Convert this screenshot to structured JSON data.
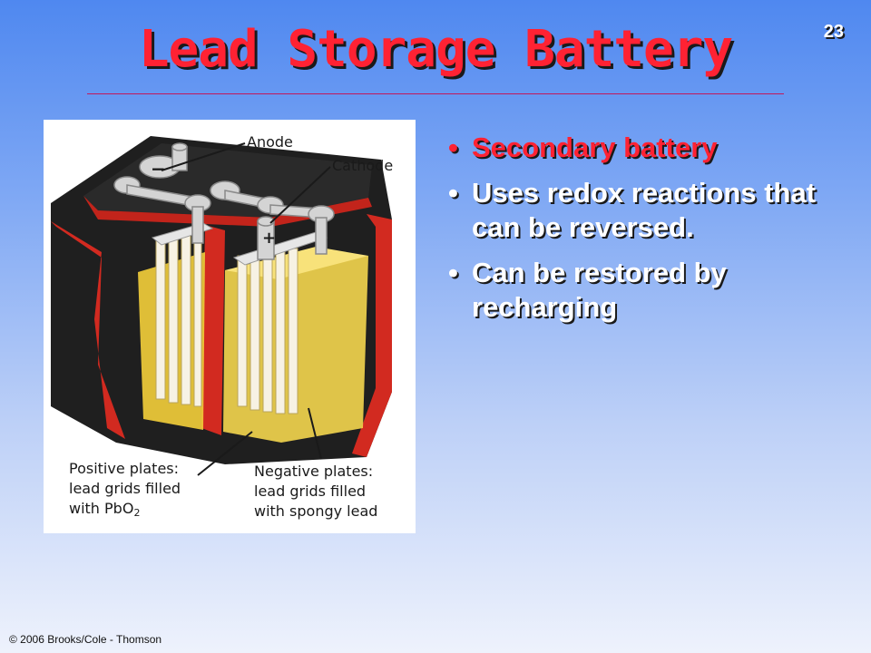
{
  "slide": {
    "number": "23",
    "title": "Lead Storage Battery",
    "bullets": [
      {
        "text": "Secondary battery",
        "color": "#ff2233"
      },
      {
        "text": "Uses redox reactions that can be reversed.",
        "color": "#ffffff"
      },
      {
        "text": "Can be restored by recharging",
        "color": "#ffffff"
      }
    ],
    "footer": "© 2006 Brooks/Cole - Thomson"
  },
  "figure": {
    "labels": {
      "anode": "Anode",
      "cathode": "Cathode",
      "negative_terminal": "−",
      "positive_terminal": "+",
      "positive_plates": {
        "line1": "Positive plates:",
        "line2": "lead grids filled",
        "line3_prefix": "with PbO",
        "line3_sub": "2"
      },
      "negative_plates": {
        "line1": "Negative plates:",
        "line2": "lead grids filled",
        "line3": "with spongy lead"
      }
    },
    "colors": {
      "casing": "#1f1f1f",
      "cut_edge": "#d22a20",
      "acid": "#f0cc3a",
      "terminal": "#d4d4d4"
    }
  }
}
